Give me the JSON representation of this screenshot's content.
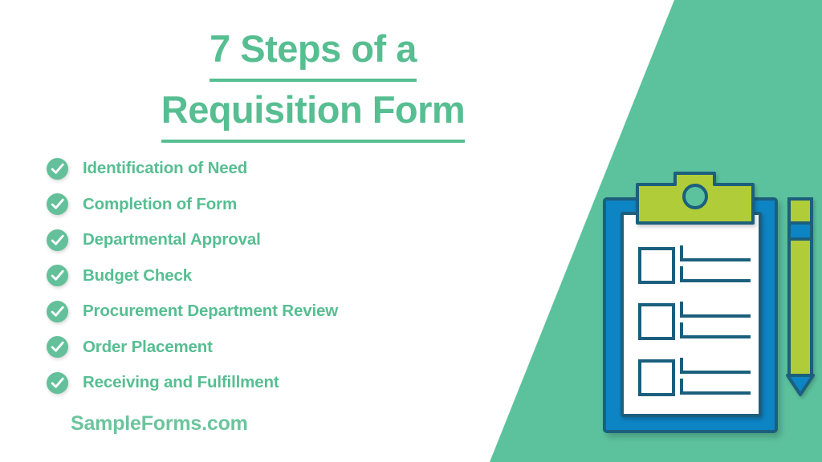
{
  "page": {
    "background_color": "#ffffff",
    "accent_green": "#57be92",
    "panel_green": "#5cc29d",
    "clipboard_blue": "#1184c4",
    "outline_teal": "#1b5f7d",
    "clip_green": "#b0cc38",
    "paper_white": "#ffffff"
  },
  "title": {
    "line1": "7 Steps of a ",
    "line2": "Requisition Form",
    "full": "7 Steps of a Requisition Form",
    "color": "#57be92",
    "underlined": "true"
  },
  "checklist": {
    "icon_name": "check-circle-icon",
    "items": [
      {
        "index": "1",
        "label": "Identification of Need"
      },
      {
        "index": "2",
        "label": "Completion of Form"
      },
      {
        "index": "3",
        "label": "Departmental Approval"
      },
      {
        "index": "4",
        "label": "Budget Check"
      },
      {
        "index": "5",
        "label": "Procurement Department Review"
      },
      {
        "index": "6",
        "label": "Order Placement"
      },
      {
        "index": "7",
        "label": "Receiving and Fulfillment"
      }
    ]
  },
  "footer": {
    "site": "SampleForms.com"
  },
  "illustration": {
    "name": "clipboard-with-pencil-illustration",
    "clipboard": {
      "board_color": "#1184c4",
      "clip_color": "#b0cc38",
      "paper_color": "#ffffff",
      "outline_color": "#1b5f7d",
      "checkbox_rows": "3",
      "lines_per_row": "2"
    },
    "pencil": {
      "body_color": "#b0cc38",
      "band_color": "#1184c4",
      "tip_color": "#1184c4",
      "outline_color": "#1b5f7d"
    }
  }
}
